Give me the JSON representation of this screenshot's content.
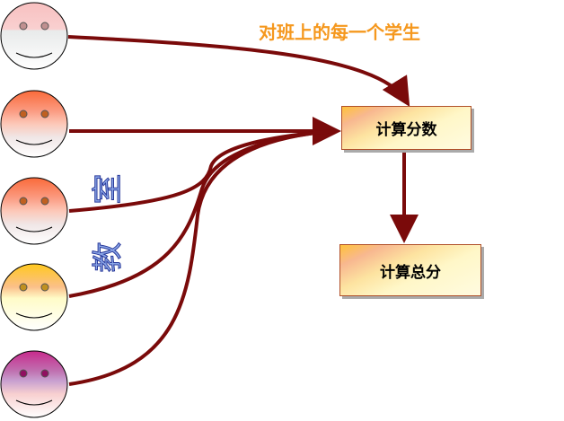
{
  "title": "对班上的每一个学生",
  "boxes": {
    "compute_score": "计算分数",
    "compute_total": "计算总分"
  },
  "side_label": {
    "char1": "室",
    "char2": "教"
  },
  "colors": {
    "arrow": "#7a0a0a",
    "title": "#f5981e"
  }
}
